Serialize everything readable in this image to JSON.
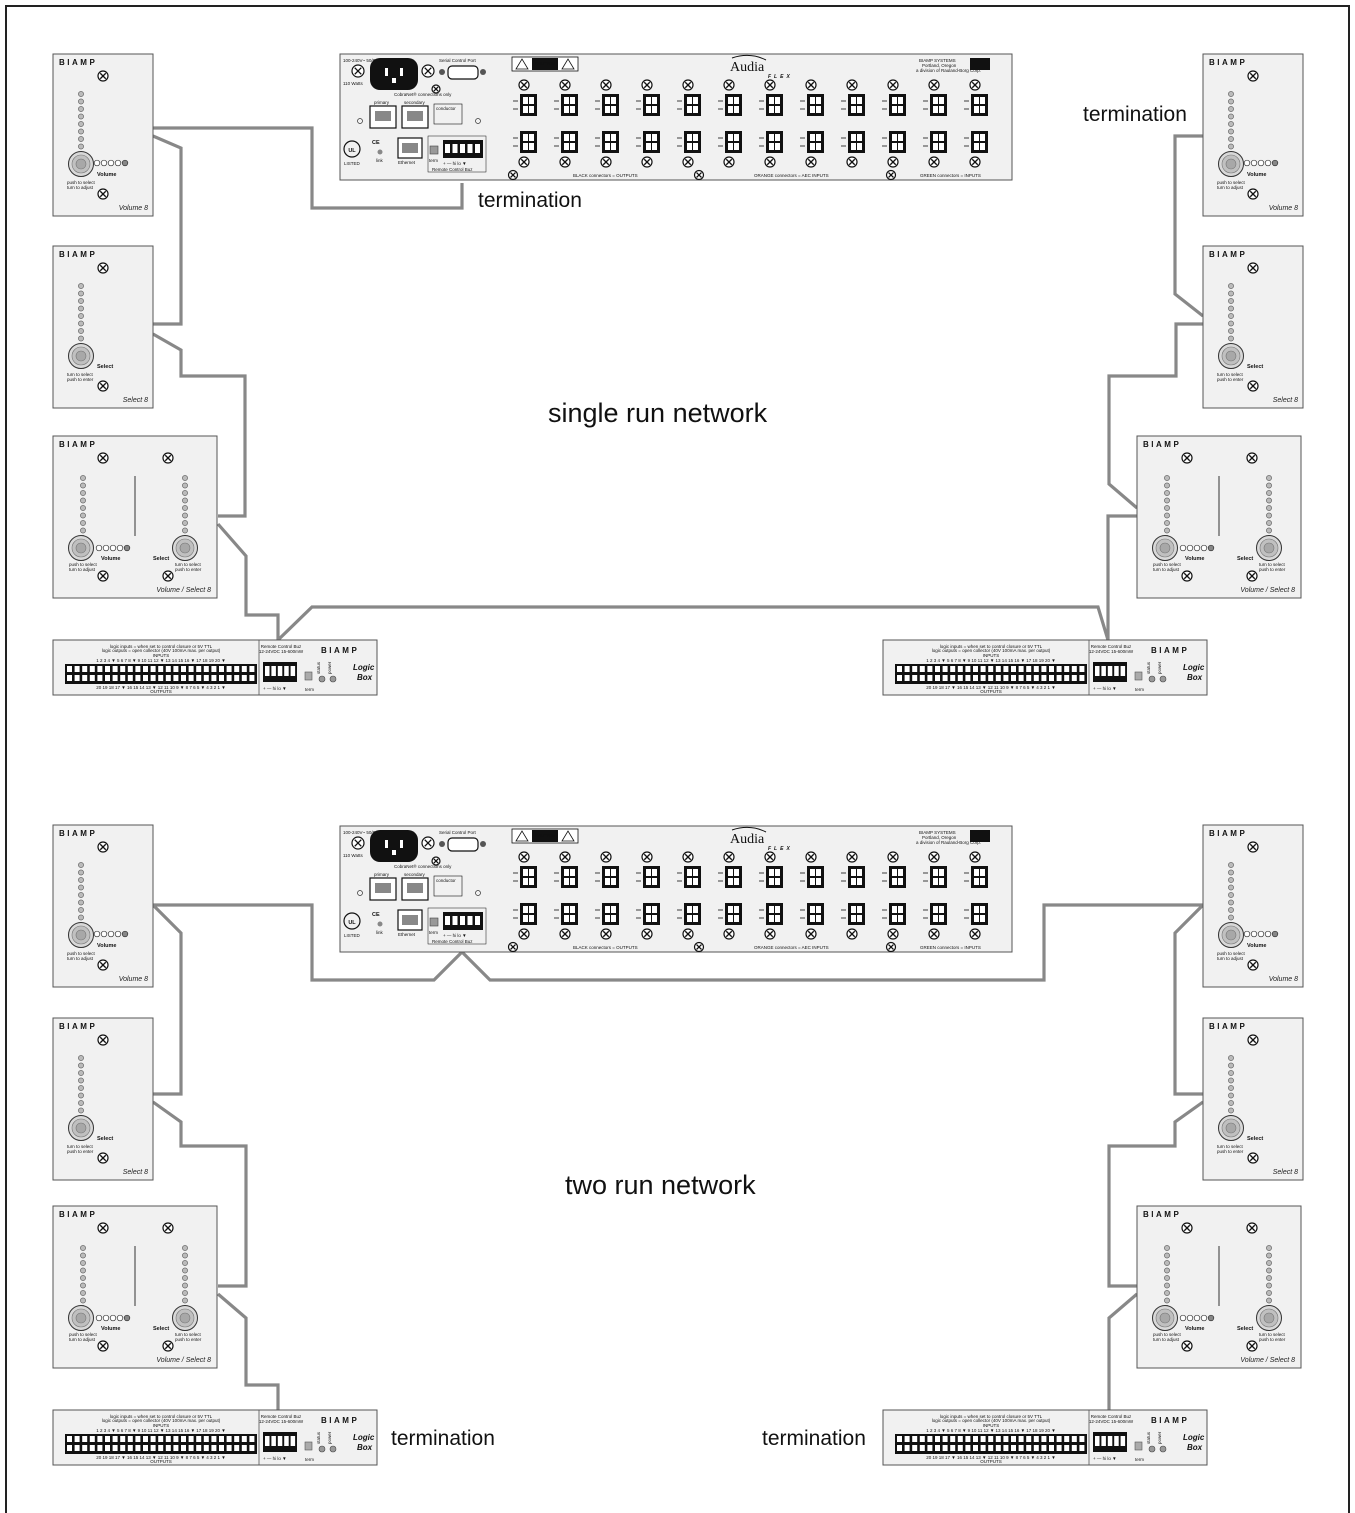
{
  "network_titles": {
    "single": "single run network",
    "two": "two run network"
  },
  "termination_label": "termination",
  "wallplates": {
    "brand": "BIAMP",
    "volume_label": "Volume",
    "select_label": "Select",
    "push_select": "push to select",
    "turn_adjust": "turn to adjust",
    "turn_select": "turn to select",
    "push_enter": "push to enter",
    "volume_model": "Volume 8",
    "select_model": "Select 8",
    "combo_model": "Volume / Select 8"
  },
  "logicbox": {
    "brand": "BIAMP",
    "name_line1": "Logic",
    "name_line2": "Box",
    "inputs_label": "INPUTS",
    "outputs_label": "OUTPUTS",
    "header_line1": "logic inputs = when set to control closure or 5V TTL",
    "header_line2": "logic outputs = open collector (40V 100mA max. per output)",
    "rcb_line1": "Remote Control Buz",
    "rcb_line2": "12-24VDC 15-600mW",
    "status_label": "status",
    "power_label": "power",
    "term_label": "term",
    "pin_labels": "+ — hi lo ▼",
    "input_numbers": "1 2 3 4 ▼ 5 6 7 8 ▼ 9 10 11 12 ▼ 13 14 15 16 ▼ 17 18 19 20 ▼",
    "output_numbers": "20 19 18 17 ▼ 16 15 14 13 ▼ 12 11 10 9 ▼ 8 7 6 5 ▼ 4 3 2 1 ▼"
  },
  "audiaflex": {
    "voltage": "100-240V~ 50/60Hz",
    "watts": "110 Watts",
    "serial_port": "Serial Control Port",
    "cobranet": "CobraNet® connections only",
    "primary": "primary",
    "secondary": "secondary",
    "conductor_note": "conductor",
    "link": "link",
    "ethernet": "Ethernet",
    "listed": "LISTED",
    "rcb_label": "Remote Control Buz",
    "rcb_pins": "+ — hi lo ▼",
    "term": "term",
    "caution": "CAUTION",
    "brand_main": "Audia",
    "brand_sub": "FLEX",
    "company": "BIAMP SYSTEMS",
    "city": "Portland, Oregon",
    "company_sub": "a division of Rauland-Borg Corp.",
    "footer_black": "BLACK connectors = OUTPUTS",
    "footer_orange": "ORANGE connectors = AEC INPUTS",
    "footer_green": "GREEN connectors = INPUTS",
    "ce": "CE",
    "ul": "UL"
  },
  "colors": {
    "wire": "#888888",
    "panel": "#f1f1f1",
    "outline": "#555555",
    "connector": "#111111"
  }
}
